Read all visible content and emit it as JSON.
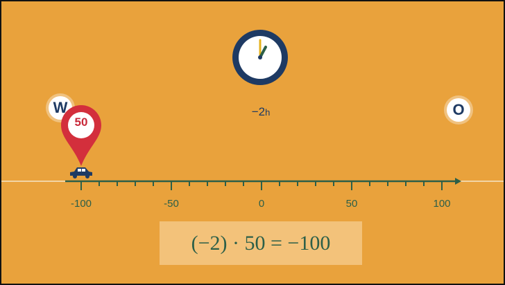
{
  "clock": {
    "time_text": "−2",
    "time_unit": "h"
  },
  "directions": {
    "west": "W",
    "east": "O"
  },
  "number_line": {
    "min": -100,
    "max": 100,
    "major_step": 50,
    "minor_step": 10,
    "labels": [
      "-100",
      "-50",
      "0",
      "50",
      "100"
    ]
  },
  "marker": {
    "speed": "50",
    "position": -100
  },
  "equation": "(−2) · 50 = −100",
  "colors": {
    "background": "#e9a23c",
    "line": "#2c5f48",
    "pin": "#d32f3c",
    "clock_face": "#1e3a63"
  }
}
